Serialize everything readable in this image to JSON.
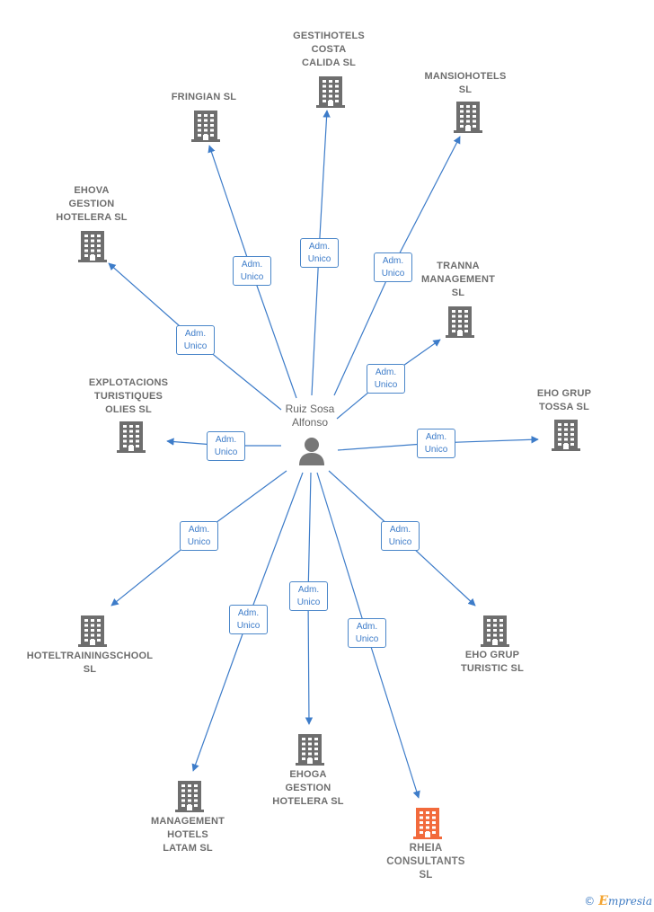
{
  "center": {
    "label": "Ruiz Sosa\nAlfonso",
    "icon": "person-icon"
  },
  "edge_label": "Adm.\nUnico",
  "colors": {
    "edge": "#3d7cc9",
    "node_icon": "#6e6e6e",
    "highlight_icon": "#f26a3c"
  },
  "nodes": [
    {
      "id": "gestihotels",
      "label": "GESTIHOTELS\nCOSTA\nCALIDA  SL"
    },
    {
      "id": "mansiohotels",
      "label": "MANSIOHOTELS\nSL"
    },
    {
      "id": "fringian",
      "label": "FRINGIAN  SL"
    },
    {
      "id": "ehova",
      "label": "EHOVA\nGESTION\nHOTELERA  SL"
    },
    {
      "id": "tranna",
      "label": "TRANNA\nMANAGEMENT\nSL"
    },
    {
      "id": "explotacions",
      "label": "EXPLOTACIONS\nTURISTIQUES\nOLIES SL"
    },
    {
      "id": "eho-tossa",
      "label": "EHO GRUP\nTOSSA  SL"
    },
    {
      "id": "hoteltraining",
      "label": "HOTELTRAININGSCHOOL\nSL"
    },
    {
      "id": "eho-turistic",
      "label": "EHO GRUP\nTURISTIC  SL"
    },
    {
      "id": "ehoga",
      "label": "EHOGA\nGESTION\nHOTELERA  SL"
    },
    {
      "id": "management-latam",
      "label": "MANAGEMENT\nHOTELS\nLATAM  SL"
    },
    {
      "id": "rheia",
      "label": "RHEIA\nCONSULTANTS\nSL",
      "highlight": true
    }
  ],
  "footer": {
    "copyright": "©",
    "brand_initial": "E",
    "brand_rest": "mpresia"
  }
}
